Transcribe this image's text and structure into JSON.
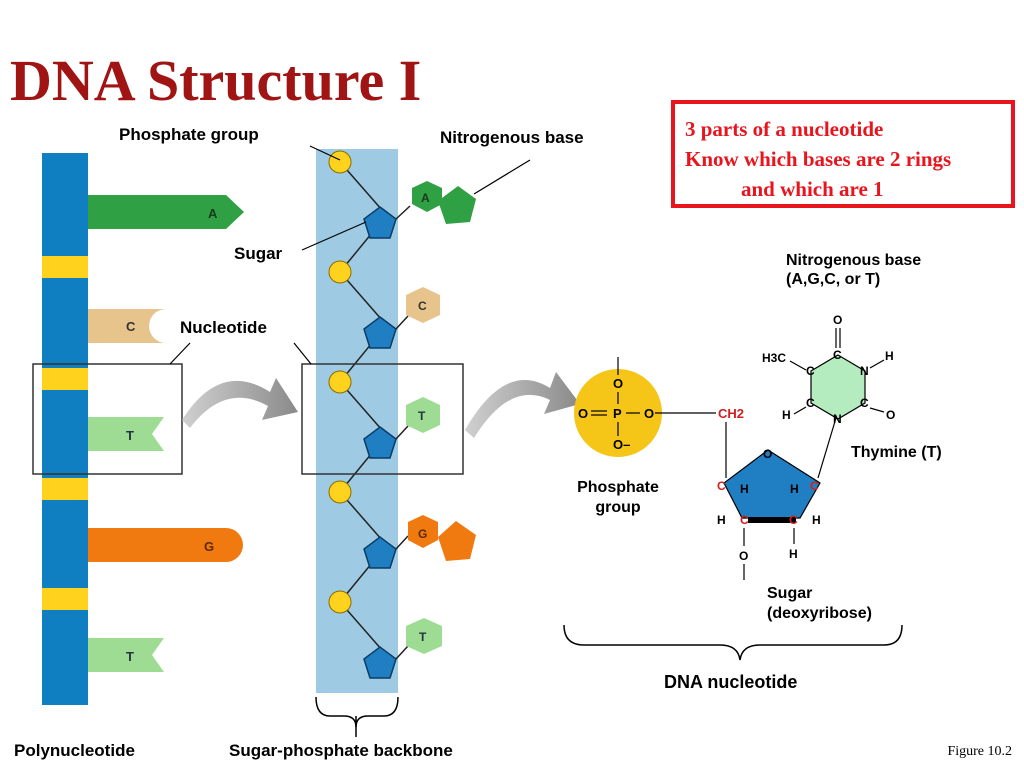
{
  "slide": {
    "title": "DNA Structure I",
    "figure_ref": "Figure 10.2"
  },
  "note": {
    "line1": "3 parts of a nucleotide",
    "line2": "Know which bases are 2 rings",
    "line3": "and which are 1"
  },
  "labels": {
    "phosphate_group": "Phosphate group",
    "nitrogenous_base": "Nitrogenous base",
    "sugar": "Sugar",
    "nucleotide": "Nucleotide",
    "polynucleotide": "Polynucleotide",
    "backbone": "Sugar-phosphate backbone",
    "nitrogenous_base_detail_1": "Nitrogenous base",
    "nitrogenous_base_detail_2": "(A,G,C, or T)",
    "thymine": "Thymine (T)",
    "phosphate_group_detail_1": "Phosphate",
    "phosphate_group_detail_2": "group",
    "sugar_detail_1": "Sugar",
    "sugar_detail_2": "(deoxyribose)",
    "dna_nucleotide": "DNA nucleotide"
  },
  "strand_bases": [
    "A",
    "C",
    "T",
    "G",
    "T"
  ],
  "backbone_bases": [
    "A",
    "C",
    "T",
    "G",
    "T"
  ],
  "colors": {
    "title": "#a01414",
    "note": "#e8141e",
    "strand_blue": "#0f7fc1",
    "strand_yellow": "#ffd21e",
    "adenine": "#2fa043",
    "cytosine": "#e6c48c",
    "thymine": "#9edc93",
    "guanine": "#f07a10",
    "backbone_band": "#9ecae3",
    "phosphate": "#f5c518",
    "sugar": "#1f7fc2",
    "thymine_ring": "#b4ecbf"
  },
  "chem": {
    "phosphate": {
      "top_O": "O",
      "left": "O",
      "P": "P",
      "right": "O",
      "bottom": "O–"
    },
    "ch2": "CH2",
    "ring_O": "O",
    "sugar_atoms": {
      "c_left": "C",
      "c_right": "C",
      "c_bl": "C",
      "c_br": "C",
      "h": "H",
      "oh_O": "O",
      "oh_H": "H"
    },
    "thymine_atoms": {
      "methyl": "H3C",
      "C": "C",
      "N": "N",
      "O": "O",
      "H": "H"
    }
  }
}
